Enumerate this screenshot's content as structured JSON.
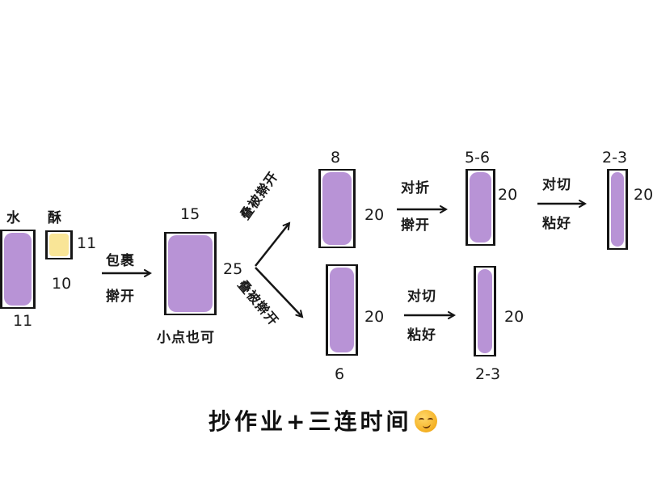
{
  "colors": {
    "dough_purple": "#b893d6",
    "butter_yellow": "#f9e597",
    "outline": "#151515",
    "background": "#ffffff"
  },
  "step1": {
    "water_dough": {
      "label": "水",
      "width": "11"
    },
    "butter_dough": {
      "label": "酥",
      "width": "10",
      "height": "11"
    }
  },
  "arrow1": {
    "top_label": "包裹",
    "bottom_label": "擀开"
  },
  "step2": {
    "width": "15",
    "height": "25",
    "note": "小点也可"
  },
  "branch_arrows": {
    "upper_label": "叠被擀开",
    "lower_label": "叠被擀开"
  },
  "upper_path": {
    "sheet1": {
      "width": "8",
      "height": "20"
    },
    "arrow": {
      "top_label": "对折",
      "bottom_label": "擀开"
    },
    "sheet2": {
      "width": "5-6",
      "height": "20"
    },
    "arrow2": {
      "top_label": "对切",
      "bottom_label": "粘好"
    },
    "sheet3": {
      "width": "2-3",
      "height": "20"
    }
  },
  "lower_path": {
    "sheet1": {
      "width": "6",
      "height": "20"
    },
    "arrow": {
      "top_label": "对切",
      "bottom_label": "粘好"
    },
    "sheet2": {
      "width": "2-3",
      "height": "20"
    }
  },
  "caption": {
    "text": "抄作业+三连时间",
    "emoji": "smirking-face"
  }
}
